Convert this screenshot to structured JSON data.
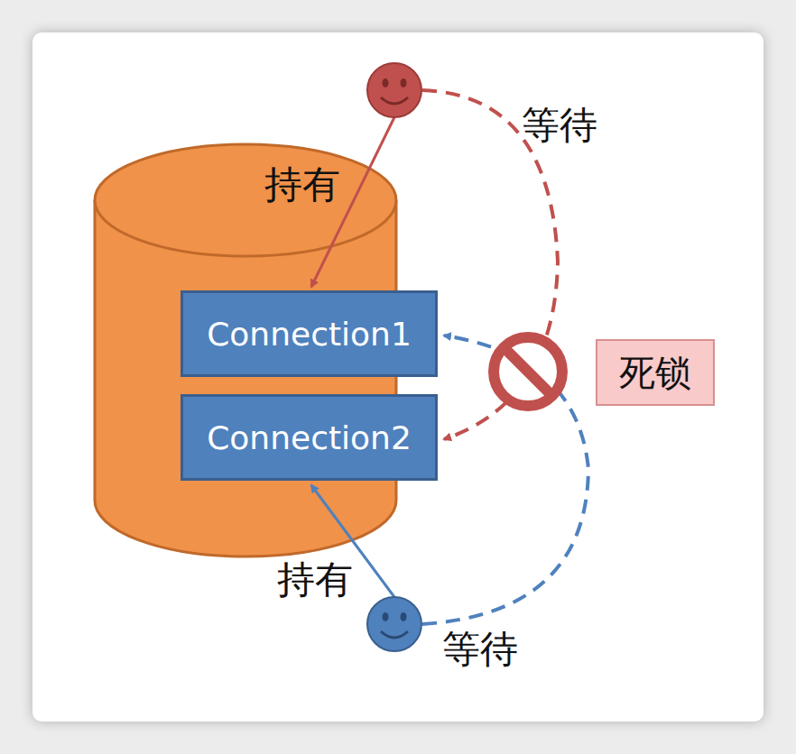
{
  "diagram": {
    "nodes": [
      {
        "text": [
          "Connection1"
        ]
      },
      {
        "text": [
          "Connection2"
        ]
      },
      {
        "text": [
          "死锁"
        ]
      }
    ],
    "labels": [
      "等待",
      "持有",
      "持有",
      "等待"
    ]
  }
}
